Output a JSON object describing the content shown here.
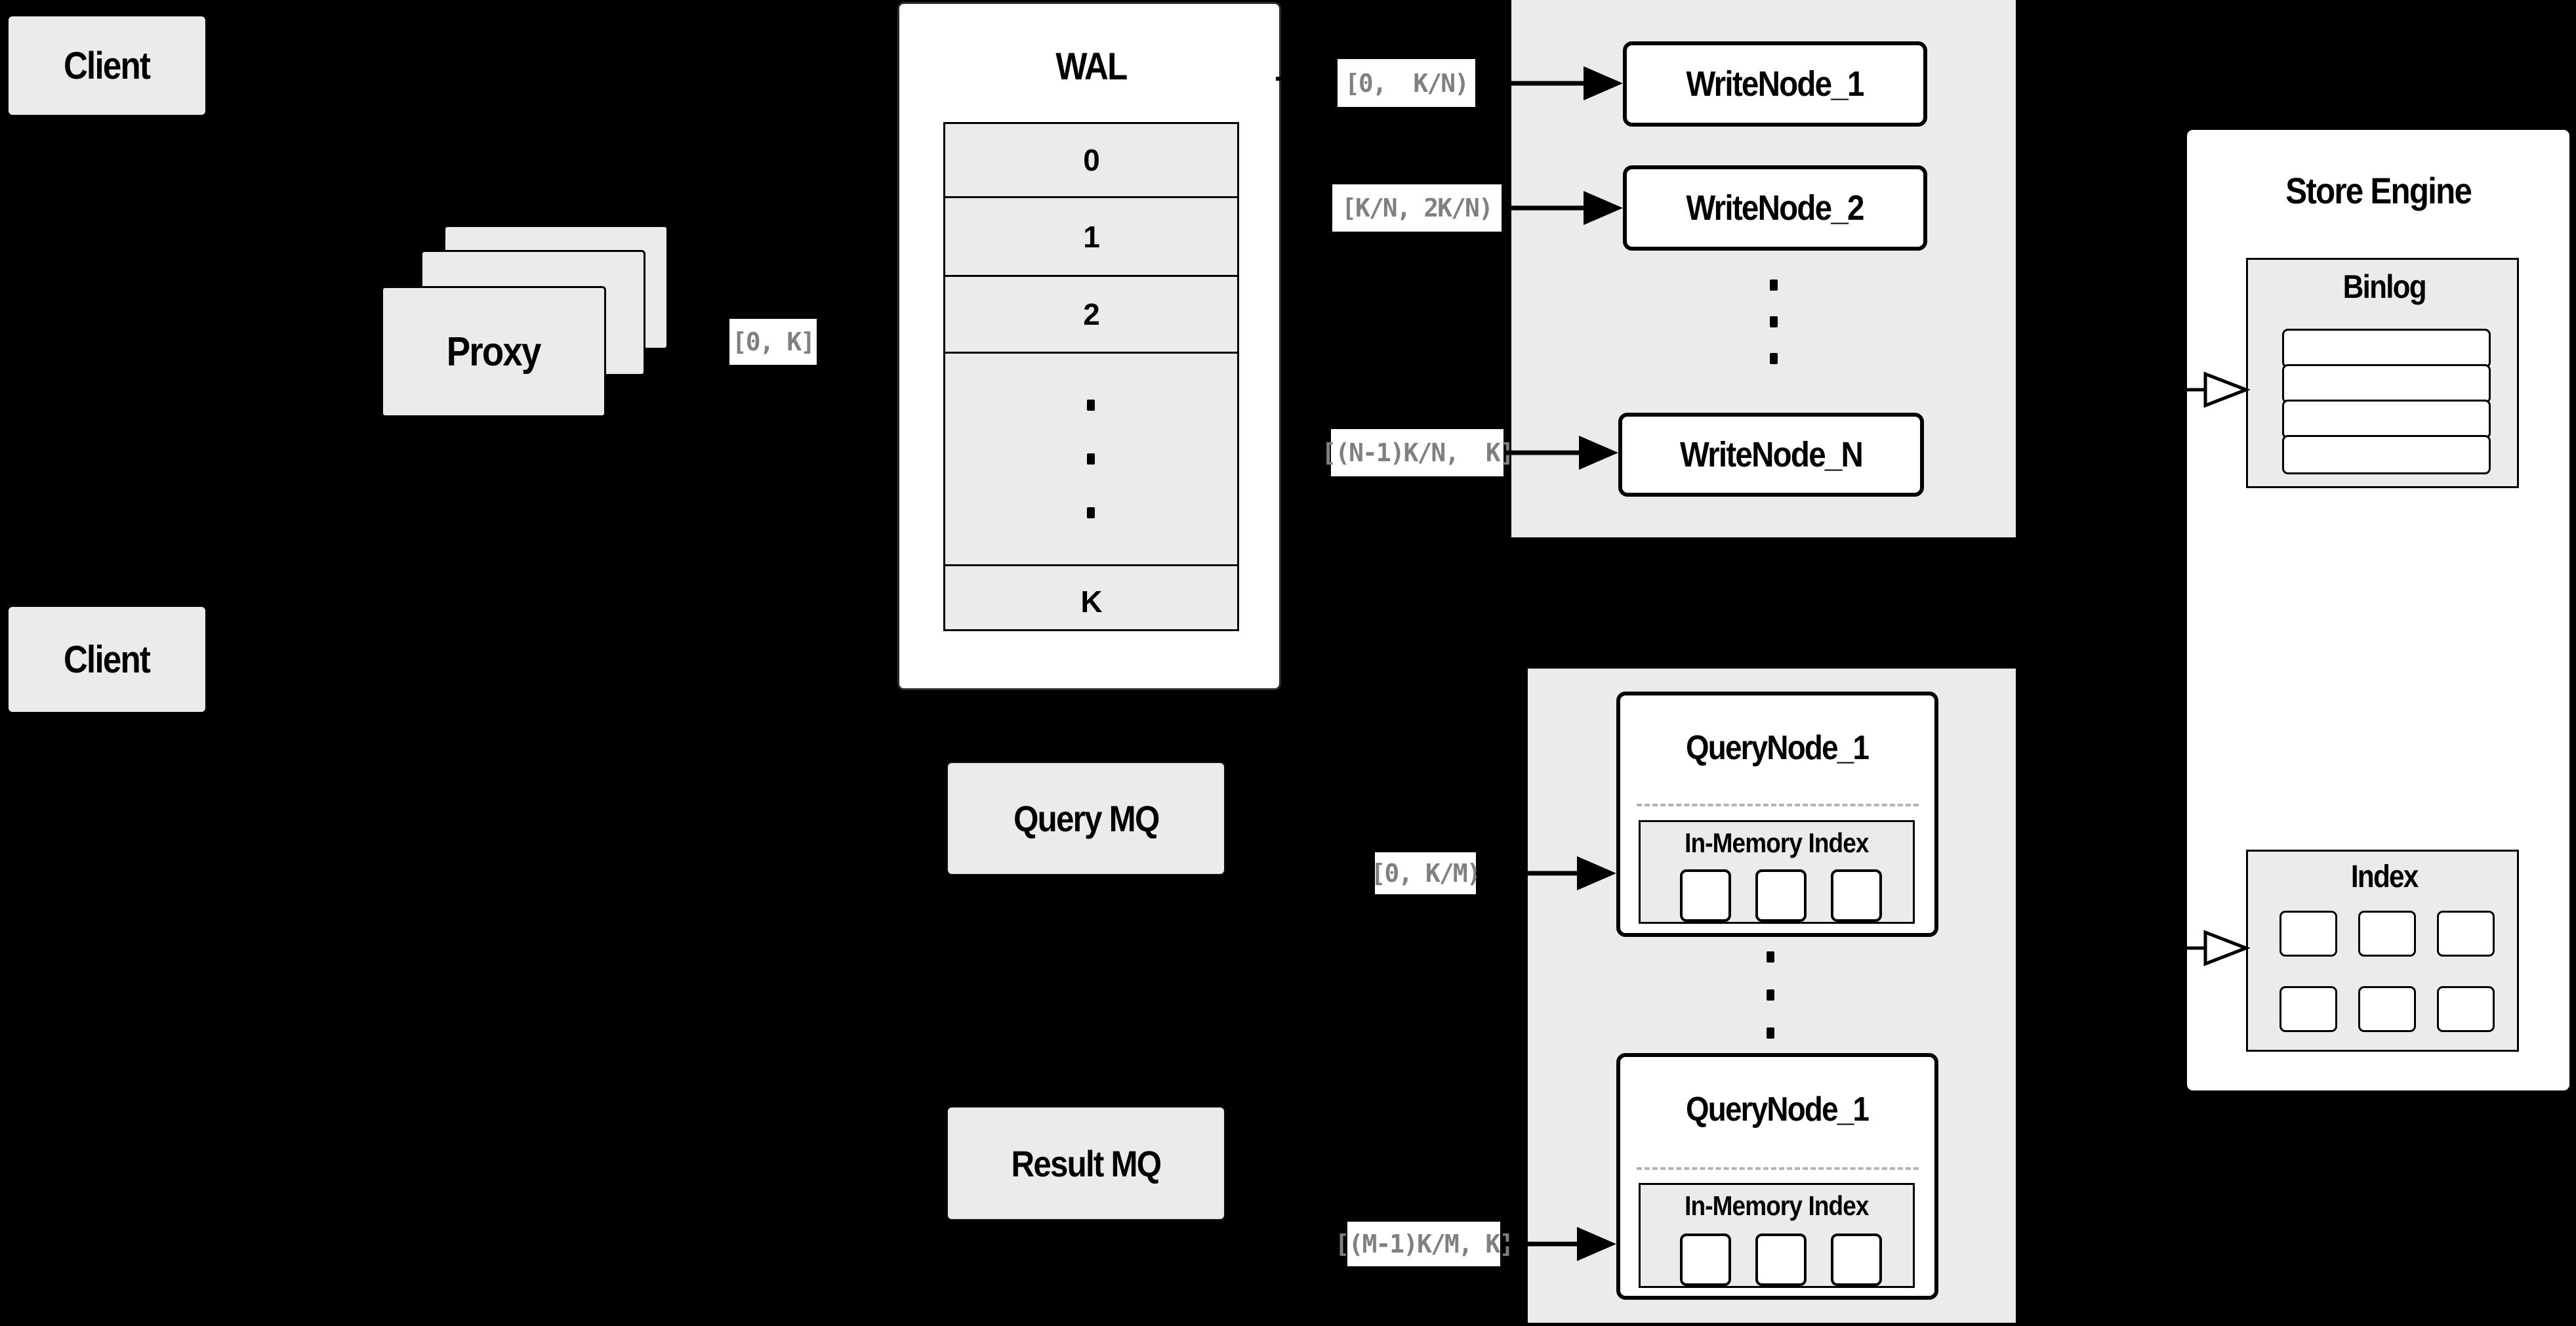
{
  "colors": {
    "background": "#000000",
    "panel_gray": "#ebebeb",
    "panel_white": "#ffffff",
    "border": "#000000",
    "range_label_text": "#808080",
    "dashed_separator": "#b3b3b3"
  },
  "icons": {
    "solid_arrow": "arrow-right-solid",
    "hollow_arrow": "arrow-right-hollow",
    "ellipsis": "vertical-ellipsis"
  },
  "clients": {
    "top_label": "Client",
    "bottom_label": "Client"
  },
  "proxy": {
    "label": "Proxy"
  },
  "range_labels": {
    "proxy_out": "[0, K]",
    "write_1": "[0,  K/N)",
    "write_2": "[K/N, 2K/N)",
    "write_n": "[(N-1)K/N,  K]",
    "query_top": "[0, K/M)",
    "query_bottom": "[(M-1)K/M, K]"
  },
  "wal": {
    "title": "WAL",
    "rows": [
      "0",
      "1",
      "2"
    ],
    "row_k": "K"
  },
  "write_cluster": {
    "node_1": "WriteNode_1",
    "node_2": "WriteNode_2",
    "node_n": "WriteNode_N"
  },
  "store_engine": {
    "title": "Store Engine",
    "binlog_title": "Binlog",
    "index_title": "Index"
  },
  "mq": {
    "query": "Query MQ",
    "result": "Result MQ"
  },
  "query_cluster": {
    "top": {
      "title": "QueryNode_1",
      "inner_title": "In-Memory Index"
    },
    "bottom": {
      "title": "QueryNode_1",
      "inner_title": "In-Memory Index"
    }
  }
}
